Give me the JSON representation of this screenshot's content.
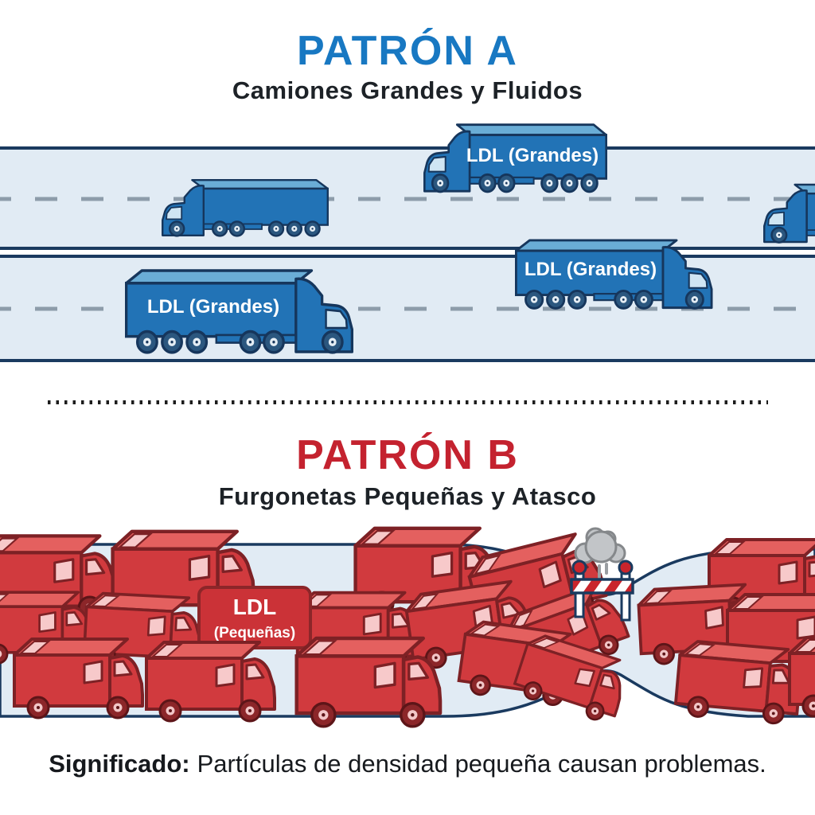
{
  "pattern_a": {
    "title": "PATRÓN A",
    "subtitle": "Camiones Grandes y Fluidos",
    "truck_label": "LDL (Grandes)",
    "accent_color": "#1878c2",
    "truck_color": "#2273b6",
    "road_color": "#e1ebf4",
    "road_border_color": "#1a3a5f"
  },
  "pattern_b": {
    "title": "PATRÓN B",
    "subtitle": "Furgonetas Pequeñas y Atasco",
    "sign_line1": "LDL",
    "sign_line2": "(Pequeñas)",
    "accent_color": "#c4222f",
    "van_color": "#d13a3e",
    "barrier_stripe_color": "#c9252c",
    "smoke_color": "#c2c5c8"
  },
  "caption": {
    "lead": "Significado:",
    "text": "Partículas de densidad pequeña causan problemas."
  }
}
